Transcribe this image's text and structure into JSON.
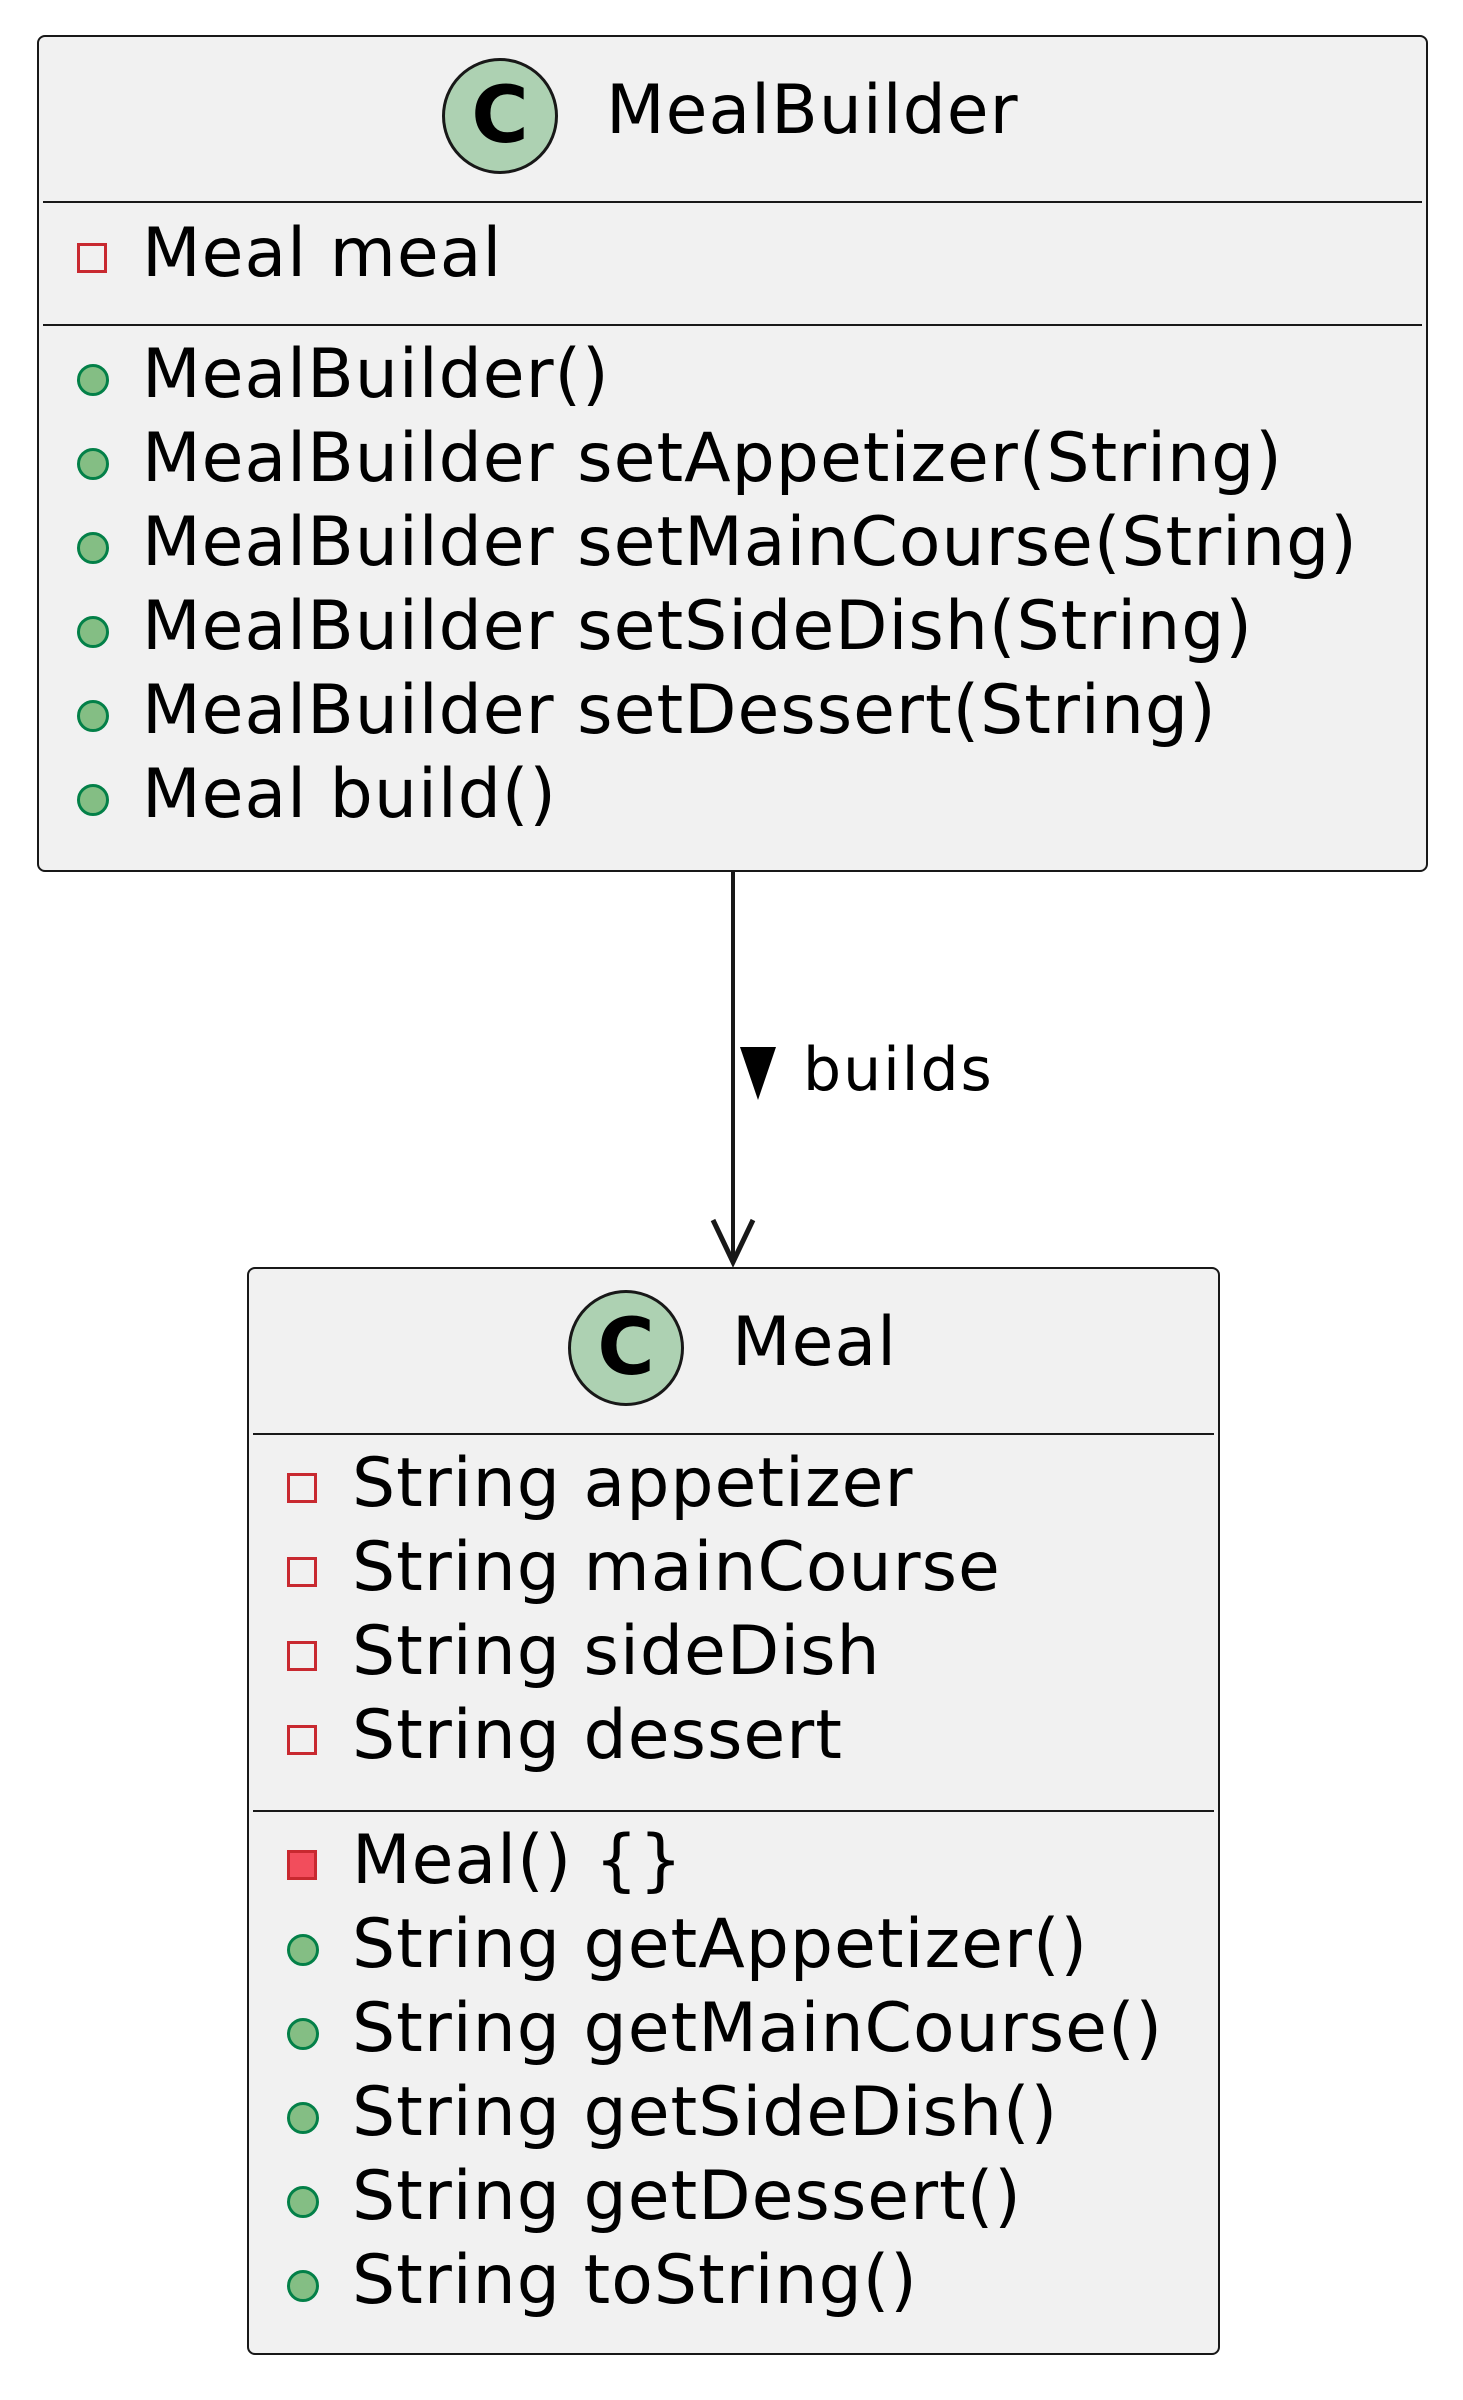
{
  "diagram": {
    "classes": [
      {
        "id": "MealBuilder",
        "stereotype_icon": "C",
        "name": "MealBuilder",
        "fields": [
          {
            "visibility": "private",
            "text": "Meal meal"
          }
        ],
        "methods": [
          {
            "visibility": "public",
            "text": "MealBuilder()"
          },
          {
            "visibility": "public",
            "text": "MealBuilder setAppetizer(String)"
          },
          {
            "visibility": "public",
            "text": "MealBuilder setMainCourse(String)"
          },
          {
            "visibility": "public",
            "text": "MealBuilder setSideDish(String)"
          },
          {
            "visibility": "public",
            "text": "MealBuilder setDessert(String)"
          },
          {
            "visibility": "public",
            "text": "Meal build()"
          }
        ]
      },
      {
        "id": "Meal",
        "stereotype_icon": "C",
        "name": "Meal",
        "fields": [
          {
            "visibility": "private",
            "text": "String appetizer"
          },
          {
            "visibility": "private",
            "text": "String mainCourse"
          },
          {
            "visibility": "private",
            "text": "String sideDish"
          },
          {
            "visibility": "private",
            "text": "String dessert"
          }
        ],
        "methods": [
          {
            "visibility": "private",
            "text": "Meal() {}"
          },
          {
            "visibility": "public",
            "text": "String getAppetizer()"
          },
          {
            "visibility": "public",
            "text": "String getMainCourse()"
          },
          {
            "visibility": "public",
            "text": "String getSideDish()"
          },
          {
            "visibility": "public",
            "text": "String getDessert()"
          },
          {
            "visibility": "public",
            "text": "String toString()"
          }
        ]
      }
    ],
    "relations": [
      {
        "from": "MealBuilder",
        "to": "Meal",
        "label": "builds",
        "direction_marker": "down-triangle"
      }
    ],
    "colors": {
      "class_background": "#f1f1f1",
      "class_border": "#181818",
      "class_icon_fill": "#add1b2",
      "public_fill": "#84be84",
      "public_border": "#038048",
      "private_border": "#c82930",
      "private_method_fill": "#f24d5c"
    }
  }
}
